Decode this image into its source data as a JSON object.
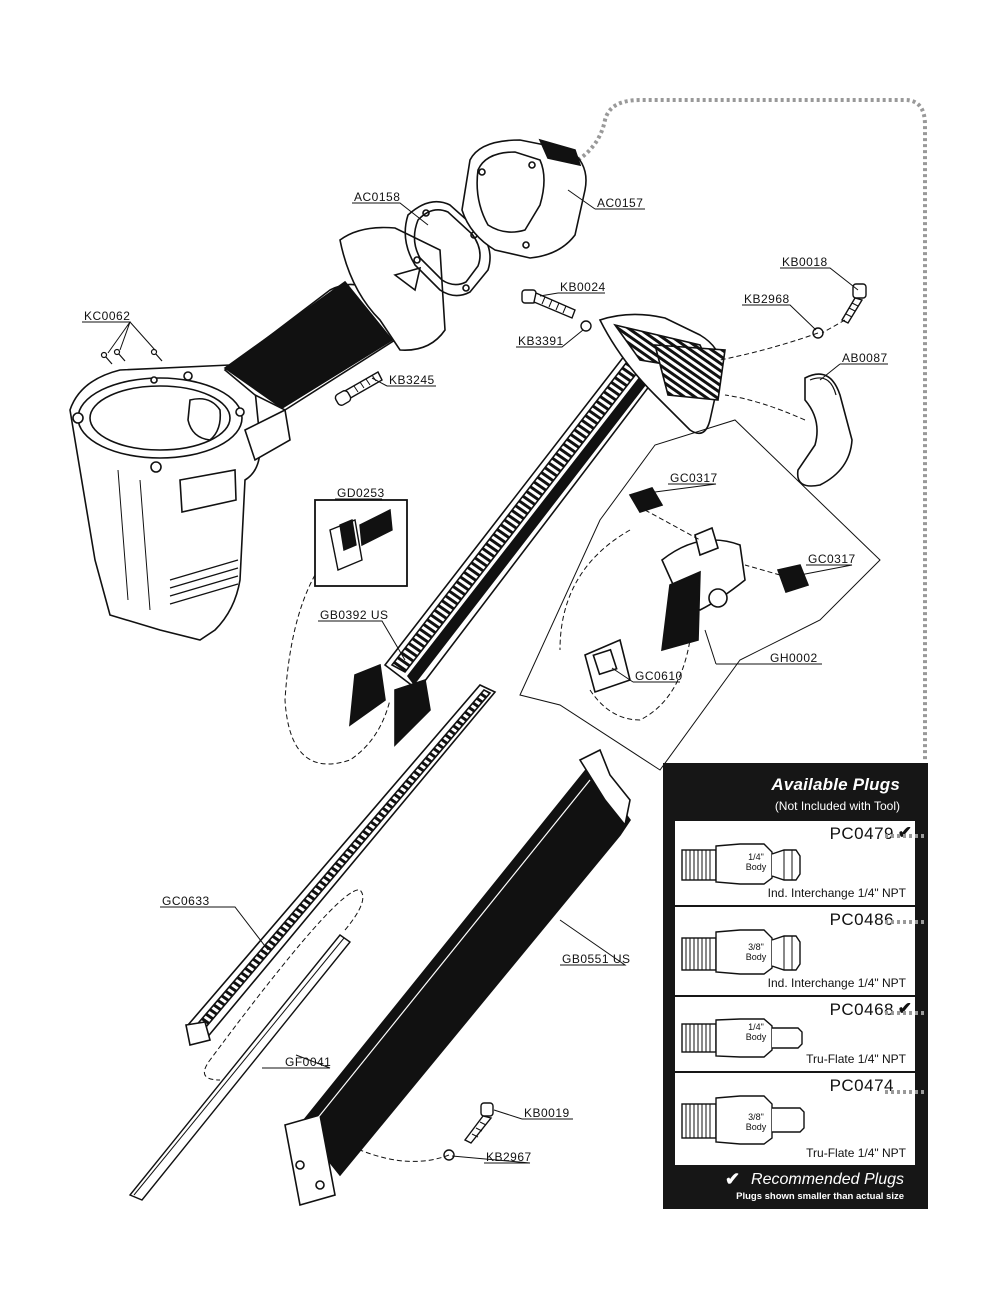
{
  "parts": {
    "ac0157": "AC0157",
    "ac0158": "AC0158",
    "kb0018": "KB0018",
    "kb0024": "KB0024",
    "kb2968": "KB2968",
    "kc0062": "KC0062",
    "kb3391": "KB3391",
    "ab0087": "AB0087",
    "kb3245": "KB3245",
    "gc0317_top": "GC0317",
    "gd0253": "GD0253",
    "gc0317_right": "GC0317",
    "gb0392": "GB0392 US",
    "gh0002": "GH0002",
    "gc0610": "GC0610",
    "gc0633": "GC0633",
    "gb0551": "GB0551 US",
    "gf0041": "GF0041",
    "kb0019": "KB0019",
    "kb2967": "KB2967"
  },
  "plugs_panel": {
    "title": "Available Plugs",
    "subtitle": "(Not Included with Tool)",
    "check_mark": "✔",
    "recommended_label": "Recommended Plugs",
    "note": "Plugs shown smaller than actual size",
    "plugs": [
      {
        "code": "PC0479",
        "body": [
          "1/4\"",
          "Body"
        ],
        "description": "Ind. Interchange 1/4\" NPT",
        "recommended": true
      },
      {
        "code": "PC0486",
        "body": [
          "3/8\"",
          "Body"
        ],
        "description": "Ind. Interchange 1/4\" NPT",
        "recommended": false
      },
      {
        "code": "PC0468",
        "body": [
          "1/4\"",
          "Body"
        ],
        "description": "Tru-Flate 1/4\" NPT",
        "recommended": true
      },
      {
        "code": "PC0474",
        "body": [
          "3/8\"",
          "Body"
        ],
        "description": "Tru-Flate 1/4\" NPT",
        "recommended": false
      }
    ]
  }
}
